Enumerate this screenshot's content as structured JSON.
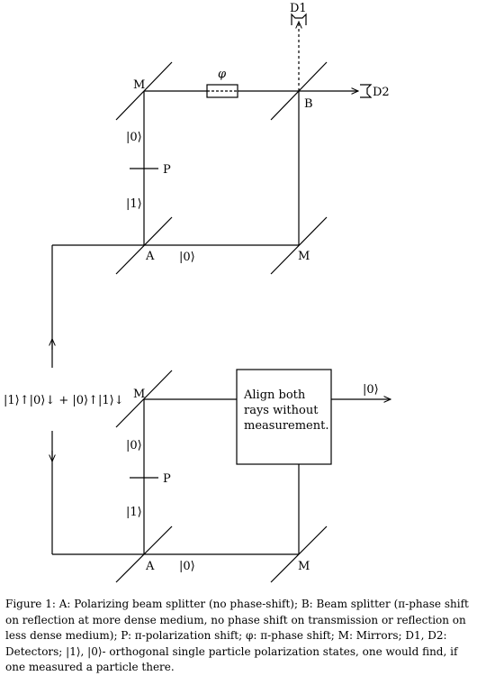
{
  "upper": {
    "mirror_top_label": "M",
    "phase_label": "φ",
    "splitter_b_label": "B",
    "detector_d1_label": "D1",
    "detector_d2_label": "D2",
    "state_top_label": "|0⟩",
    "polarizer_label": "P",
    "state_mid_label": "|1⟩",
    "splitter_a_label": "A",
    "state_bottom_label": "|0⟩",
    "mirror_bottom_label": "M"
  },
  "input_state_label": "|1⟩↑|0⟩↓ + |0⟩↑|1⟩↓",
  "lower": {
    "mirror_top_label": "M",
    "align_box_lines": [
      "Align both",
      "rays without",
      "measurement."
    ],
    "output_state_label": "|0⟩",
    "state_top_label": "|0⟩",
    "polarizer_label": "P",
    "state_mid_label": "|1⟩",
    "splitter_a_label": "A",
    "state_bottom_label": "|0⟩",
    "mirror_bottom_label": "M"
  },
  "caption": {
    "label": "Figure 1:",
    "text": "A: Polarizing beam splitter (no phase-shift); B: Beam splitter (π-phase shift on reflection at more dense medium, no phase shift on transmission or reflection on less dense medium); P: π-polarization shift; φ: π-phase shift; M: Mirrors; D1, D2: Detectors; |1⟩, |0⟩- orthogonal single particle polarization states, one would find, if one measured a particle there."
  }
}
